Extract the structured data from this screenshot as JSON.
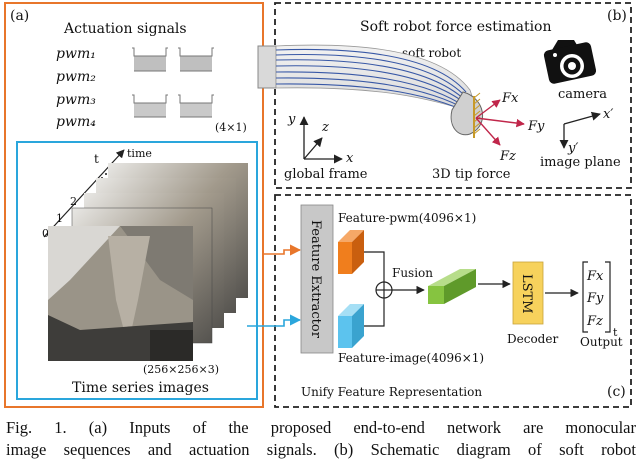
{
  "colors": {
    "panel_a": "#e8762b",
    "images_box": "#2aa6dc",
    "feat_pwm": "#f07e1d",
    "feat_img": "#5cc3ee",
    "fusion": "#86c440",
    "lstm": "#f7d25c",
    "force": "#c0264a",
    "robot_curve": "#3858a6",
    "extractor": "#c8c8c8"
  },
  "panel_a": {
    "label": "(a)",
    "actuation_title": "Actuation signals",
    "pwm_labels": [
      "pwm₁",
      "pwm₂",
      "pwm₃",
      "pwm₄"
    ],
    "pwm_dim": "(4×1)",
    "time_axis": "time",
    "t_label": "t",
    "frame_indices": [
      "0",
      "1",
      "2"
    ],
    "image_dim": "(256×256×3)",
    "images_caption": "Time series images"
  },
  "panel_b": {
    "label": "(b)",
    "title": "Soft robot force estimation",
    "robot_label": "soft robot",
    "camera_label": "camera",
    "global_frame": "global frame",
    "axis_x": "x",
    "axis_y": "y",
    "axis_z": "z",
    "image_x": "x′",
    "image_y": "y′",
    "image_plane": "image plane",
    "tip_force": "3D tip force",
    "fx": "Fx",
    "fy": "Fy",
    "fz": "Fz"
  },
  "panel_c": {
    "label": "(c)",
    "extractor": "Feature Extractor",
    "feature_pwm": "Feature-pwm(4096×1)",
    "feature_image": "Feature-image(4096×1)",
    "fusion": "Fusion",
    "lstm": "LSTM",
    "decoder": "Decoder",
    "output": "Output",
    "out_x": "Fx",
    "out_y": "Fy",
    "out_z": "Fz",
    "out_t": "t",
    "unify": "Unify Feature Representation"
  },
  "caption": {
    "line1": "Fig. 1.     (a) Inputs of the proposed end-to-end network are monocular",
    "line2": "image sequences and actuation signals. (b) Schematic diagram of soft robot"
  }
}
